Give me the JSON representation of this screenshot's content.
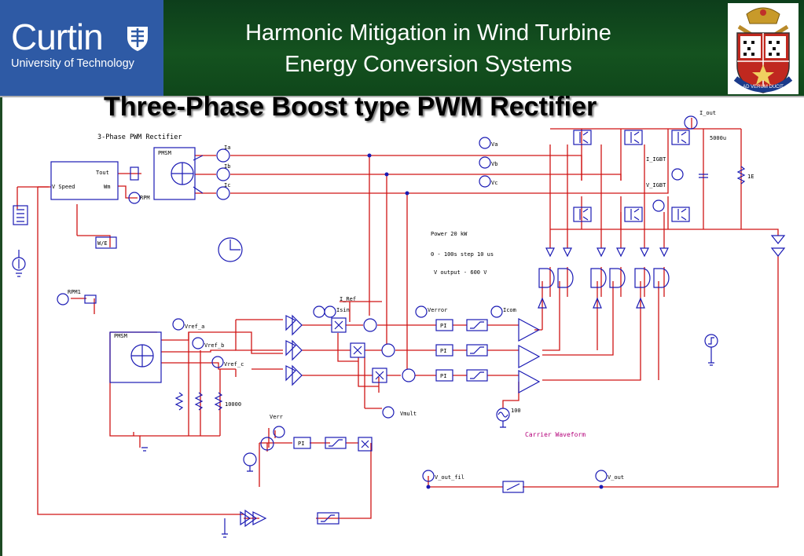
{
  "header": {
    "logo_name": "Curtin",
    "logo_sub": "University of Technology",
    "title_line1": "Harmonic Mitigation in Wind Turbine",
    "title_line2": "Energy Conversion Systems",
    "crest_motto": "AD VERUM DUCIT"
  },
  "slide": {
    "subtitle": "Three-Phase Boost type PWM Rectifier"
  },
  "diagram": {
    "circuit_title": "3-Phase PWM Rectifier",
    "machine_labels": [
      "PMSM",
      "PMSM"
    ],
    "speed_block": {
      "speed": "V Speed",
      "tout": "Tout",
      "wm": "Wm"
    },
    "ratio_block": "W/E",
    "rpm_label": "RPM",
    "rpm1_label": "RPM1",
    "current_labels": [
      "Ia",
      "Ib",
      "Ic"
    ],
    "voltage_labels": [
      "Va",
      "Vb",
      "Vc"
    ],
    "dc_current": "I_out",
    "cap_value": "5000u",
    "load_value": "1E",
    "igbt_labels": [
      "I_IGBT",
      "V_IGBT"
    ],
    "info_lines": [
      "Power 20 kW",
      "0 - 100s step 10 us",
      "V output - 600 V"
    ],
    "ref_labels": [
      "Vref_a",
      "Vref_b",
      "Vref_c"
    ],
    "resistor_value": "10000",
    "i_ref": "I_Ref",
    "isin": "Isin",
    "verror": "Verror",
    "icom": "Icom",
    "pi_label": "PI",
    "vmult": "Vmult",
    "verr": "Verr",
    "carrier_freq": "100",
    "carrier_label": "Carrier Waveform",
    "vout_fil": "V_out_fil",
    "vout": "V_out",
    "accent_red": "#d01515",
    "wire_blue": "#1a1ab4"
  }
}
